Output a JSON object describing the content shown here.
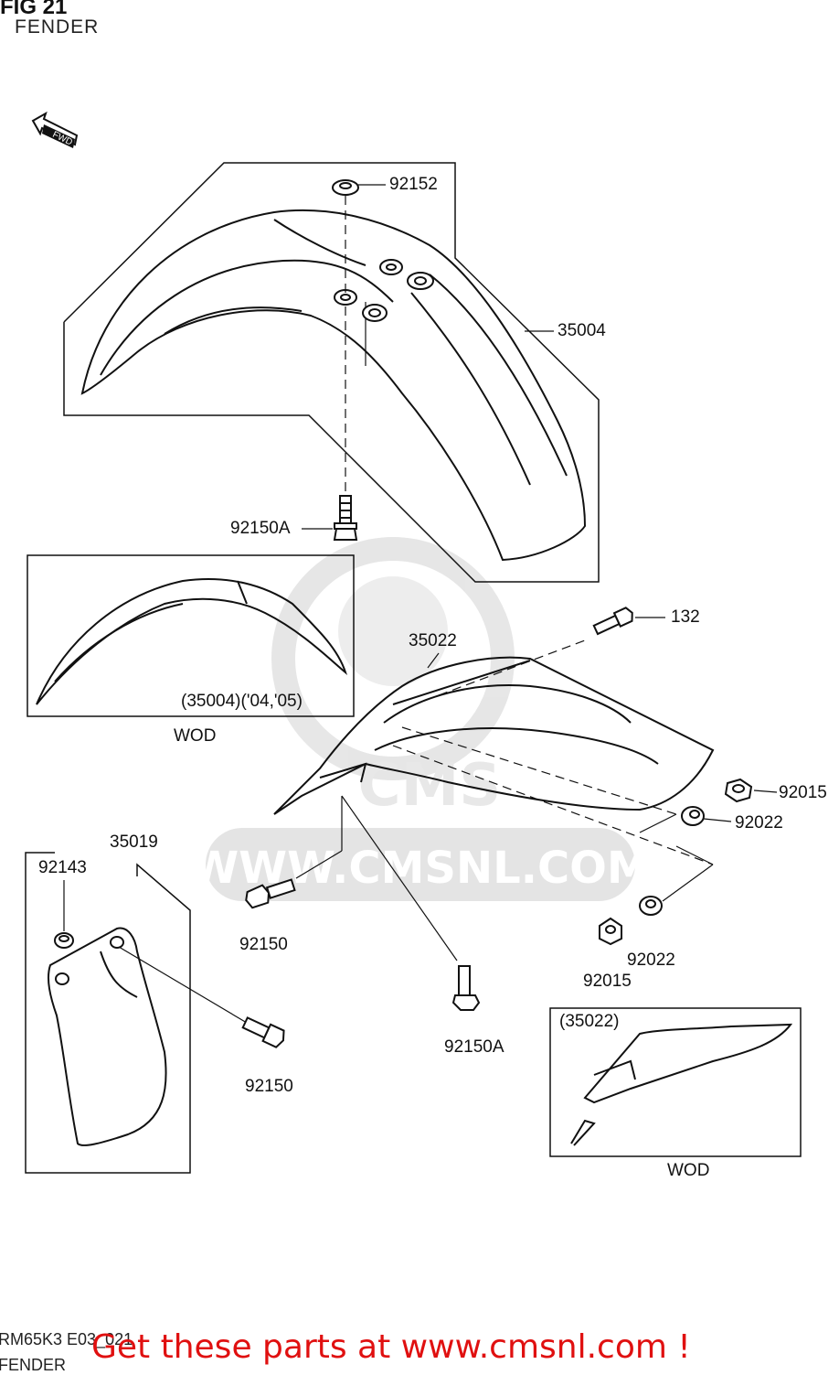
{
  "header": {
    "fig_title": "FIG 21",
    "fig_subtitle": "FENDER"
  },
  "direction_arrow": {
    "label": "FWD",
    "icon": "fwd-arrow-icon"
  },
  "watermark": {
    "text": "WWW.CMSNL.COM",
    "logo_text": "CMS"
  },
  "parts": {
    "p92152": "92152",
    "p35004": "35004",
    "p92150A_top": "92150A",
    "p132": "132",
    "p35022": "35022",
    "p92015_right": "92015",
    "p92022_right": "92022",
    "p35019": "35019",
    "p92143": "92143",
    "p92150_mid": "92150",
    "p92022_bottom": "92022",
    "p92015_bottom": "92015",
    "p92150_bottom": "92150",
    "p92150A_bottom": "92150A"
  },
  "insets": {
    "front_fender_wod": {
      "ref": "(35004)('04,'05)",
      "label": "WOD"
    },
    "rear_fender_wod": {
      "ref": "(35022)",
      "label": "WOD"
    }
  },
  "footer": {
    "diagram_code": "RM65K3 E03_021",
    "name": "FENDER",
    "cta": "Get these parts at www.cmsnl.com !"
  },
  "colors": {
    "cta": "#e01010",
    "line": "#111111",
    "watermark": "#d9d9d9"
  }
}
